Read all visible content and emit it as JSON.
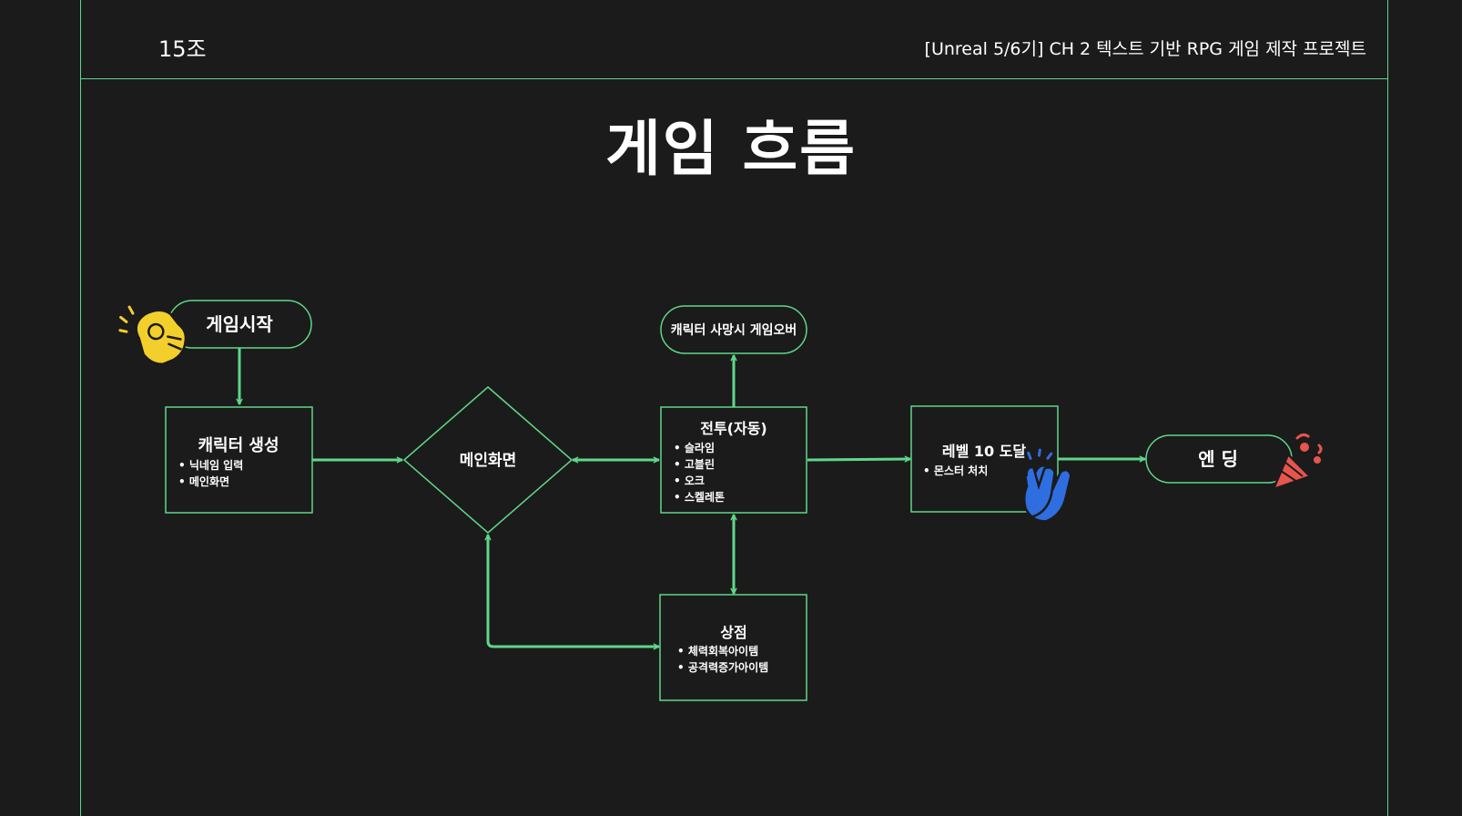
{
  "header": {
    "team": "15조",
    "project": "[Unreal 5/6기] CH 2 텍스트 기반 RPG 게임 제작 프로젝트"
  },
  "title": "게임 흐름",
  "nodes": {
    "start": {
      "label": "게임시작"
    },
    "create": {
      "label": "캐릭터 생성",
      "items": [
        "닉네임 입력",
        "메인화면"
      ]
    },
    "main": {
      "label": "메인화면"
    },
    "battle": {
      "label": "전투(자동)",
      "items": [
        "슬라임",
        "고블린",
        "오크",
        "스켈레톤"
      ]
    },
    "gameover": {
      "label": "캐릭터 사망시 게임오버"
    },
    "shop": {
      "label": "상점",
      "items": [
        "체력회복아이템",
        "공격력증가아이템"
      ]
    },
    "level": {
      "label": "레벨 10 도달",
      "items": [
        "몬스터 처치"
      ]
    },
    "ending": {
      "label": "엔 딩"
    }
  },
  "colors": {
    "background": "#1b1b1b",
    "accent": "#5fd78a",
    "text": "#ffffff",
    "sticker_yellow": "#f3cf2c",
    "sticker_blue": "#2f6ee0",
    "sticker_red": "#e8554d"
  },
  "icons": [
    "ok-hand-icon",
    "clapping-hands-icon",
    "party-popper-icon"
  ]
}
